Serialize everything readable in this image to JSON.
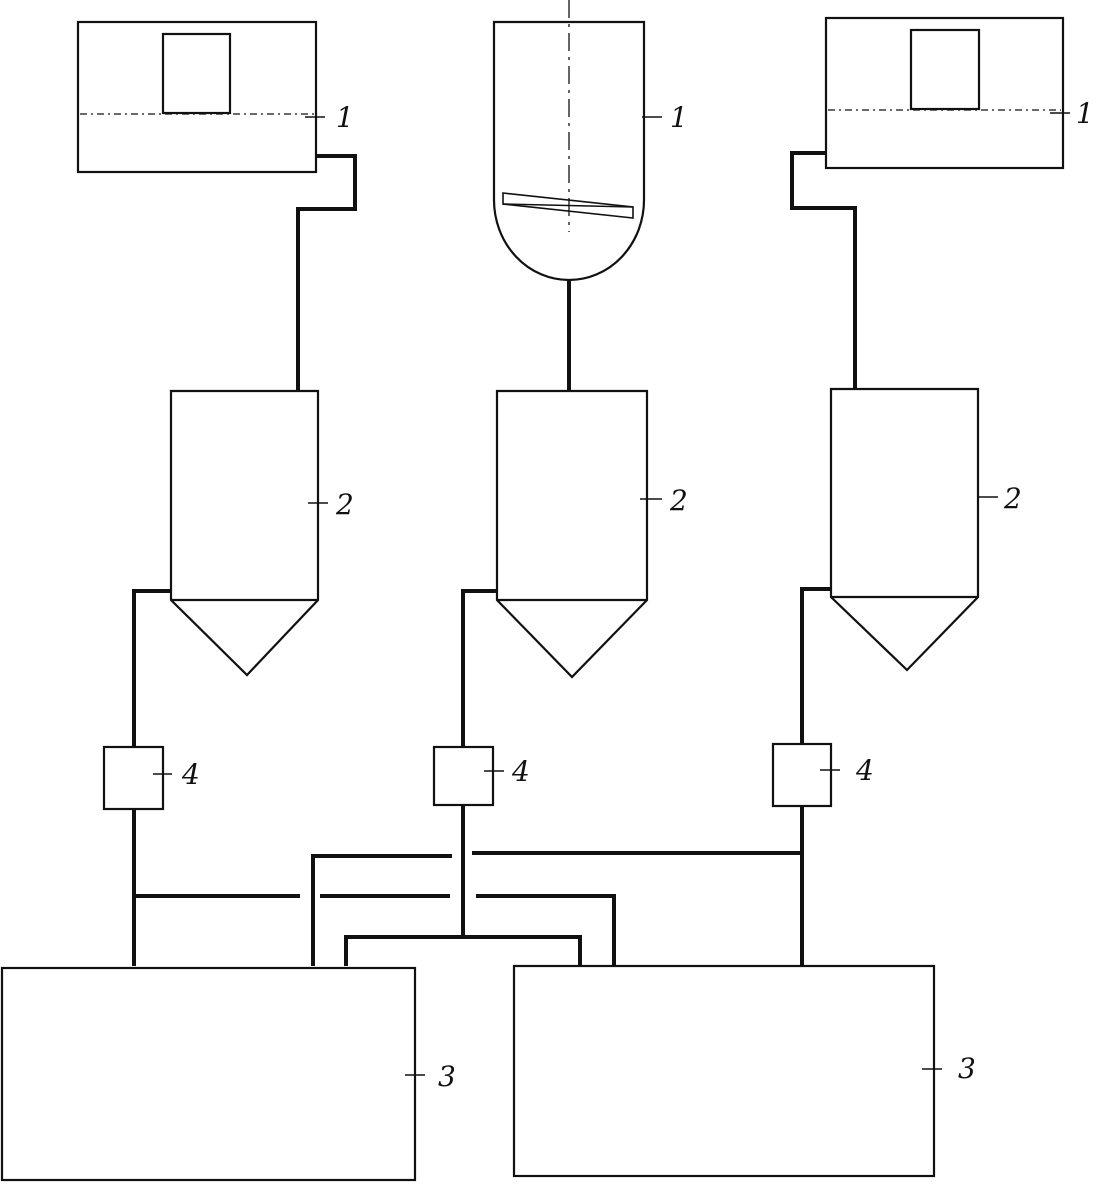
{
  "labels": {
    "tank_left": "1",
    "reactor_center": "1",
    "tank_right": "1",
    "hopper_left": "2",
    "hopper_center": "2",
    "hopper_right": "2",
    "valve_left": "4",
    "valve_center": "4",
    "valve_right": "4",
    "machine_left": "3",
    "machine_right": "3"
  }
}
